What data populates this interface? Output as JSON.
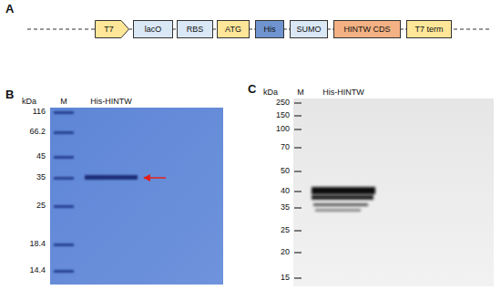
{
  "diagram": {
    "nodes": [
      {
        "text": [
          "T7"
        ]
      },
      {
        "text": [
          "lacO"
        ]
      },
      {
        "text": [
          "RBS"
        ]
      },
      {
        "text": [
          "ATG"
        ]
      },
      {
        "text": [
          "His"
        ]
      },
      {
        "text": [
          "SUMO"
        ]
      },
      {
        "text": [
          "HINTW CDS"
        ]
      },
      {
        "text": [
          "T7 term"
        ]
      }
    ],
    "edges": [
      {
        "from": 0,
        "to": 1,
        "arrow": "none"
      },
      {
        "from": 1,
        "to": 2,
        "arrow": "none"
      },
      {
        "from": 2,
        "to": 3,
        "arrow": "none"
      },
      {
        "from": 3,
        "to": 4,
        "arrow": "none"
      },
      {
        "from": 4,
        "to": 5,
        "arrow": "none"
      },
      {
        "from": 5,
        "to": 6,
        "arrow": "none"
      },
      {
        "from": 6,
        "to": 7,
        "arrow": "none"
      }
    ],
    "labels": [
      "A",
      "B",
      "kDa",
      "M",
      "His-HINTW",
      "116",
      "66.2",
      "45",
      "35",
      "25",
      "18.4",
      "14.4",
      "C",
      "kDa",
      "M",
      "His-HINTW",
      "250",
      "150",
      "100",
      "70",
      "50",
      "40",
      "35",
      "25",
      "20",
      "15"
    ]
  }
}
